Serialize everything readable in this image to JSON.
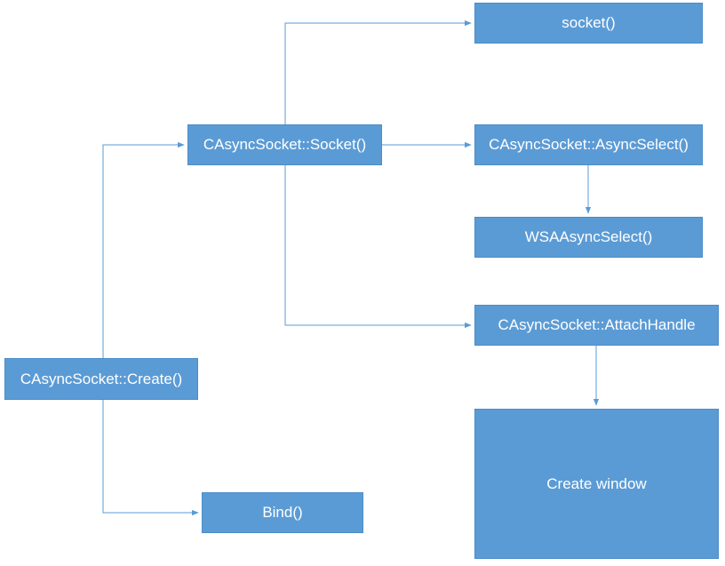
{
  "diagram": {
    "nodes": {
      "create": "CAsyncSocket::Create()",
      "socket": "CAsyncSocket::Socket()",
      "socket_fn": "socket()",
      "async_select": "CAsyncSocket::AsyncSelect()",
      "wsa_async_select": "WSAAsyncSelect()",
      "attach_handle": "CAsyncSocket::AttachHandle",
      "create_window": "Create window",
      "bind": "Bind()"
    },
    "edges": [
      {
        "from": "create",
        "to": "socket"
      },
      {
        "from": "create",
        "to": "bind"
      },
      {
        "from": "socket",
        "to": "socket_fn"
      },
      {
        "from": "socket",
        "to": "async_select"
      },
      {
        "from": "socket",
        "to": "attach_handle"
      },
      {
        "from": "async_select",
        "to": "wsa_async_select"
      },
      {
        "from": "attach_handle",
        "to": "create_window"
      }
    ],
    "colors": {
      "node_fill": "#5b9bd5",
      "node_text": "#ffffff",
      "connector": "#5b9bd5"
    }
  }
}
